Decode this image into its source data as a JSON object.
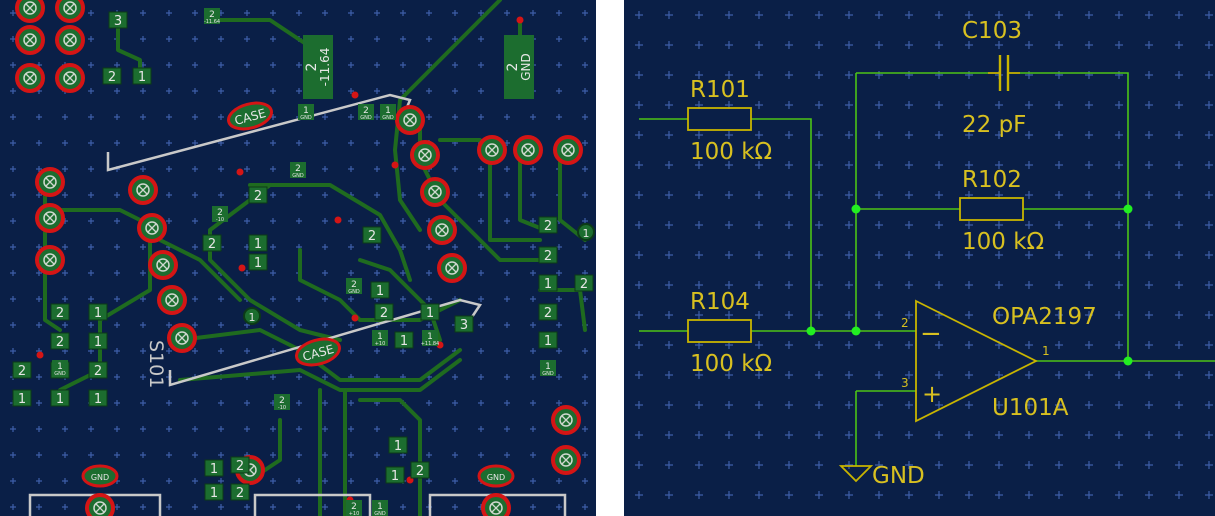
{
  "colors": {
    "background": "#0a1f47",
    "grid": "#3d5ea8",
    "trace": "#1f6b1f",
    "pad_ring": "#d41515",
    "pad_fill": "#1c6d2f",
    "silkscreen": "#c9c9c9",
    "wire": "#4cc417",
    "junction": "#22ee22",
    "symbol": "#c8b400",
    "label": "#d8c020"
  },
  "pcb": {
    "pads": [
      "3",
      "2",
      "1",
      "2",
      "1",
      "2",
      "1",
      "1",
      "2",
      "2",
      "1",
      "1",
      "1",
      "2",
      "2",
      "1",
      "2",
      "1",
      "2",
      "1",
      "1",
      "2",
      "2",
      "1",
      "2",
      "2",
      "1",
      "3",
      "1",
      "2",
      "1",
      "1",
      "2",
      "1",
      "2",
      "1"
    ],
    "pad_blocks": [
      {
        "num": "2",
        "net": "-11.64"
      },
      {
        "num": "2",
        "net": "GND"
      }
    ],
    "small_pads": [
      {
        "num": "2",
        "net": "-11.64"
      },
      {
        "num": "2",
        "net": "-10"
      },
      {
        "num": "2",
        "net": "-10"
      },
      {
        "num": "2",
        "net": "GND"
      },
      {
        "num": "2",
        "net": "GND"
      },
      {
        "num": "1",
        "net": "GND"
      },
      {
        "num": "1",
        "net": "GND"
      },
      {
        "num": "1",
        "net": "GND"
      },
      {
        "num": "1",
        "net": "GND"
      },
      {
        "num": "1",
        "net": "+11.84"
      },
      {
        "num": "1",
        "net": "+10"
      },
      {
        "num": "2",
        "net": "GND"
      },
      {
        "num": "2",
        "net": "+10"
      },
      {
        "num": "1",
        "net": "GND"
      }
    ],
    "case_labels": [
      "CASE",
      "CASE"
    ],
    "silk_label": "S101",
    "through_hole": "GND",
    "testpoint": "1"
  },
  "schematic": {
    "c103": {
      "ref": "C103",
      "value": "22 pF"
    },
    "r101": {
      "ref": "R101",
      "value": "100 kΩ"
    },
    "r102": {
      "ref": "R102",
      "value": "100 kΩ"
    },
    "r104": {
      "ref": "R104",
      "value": "100 kΩ"
    },
    "opamp": {
      "part": "OPA2197",
      "ref": "U101A",
      "pin_minus": "2",
      "pin_plus": "3",
      "pin_out": "1",
      "minus_sign": "−",
      "plus_sign": "+"
    },
    "gnd_label": "GND"
  }
}
